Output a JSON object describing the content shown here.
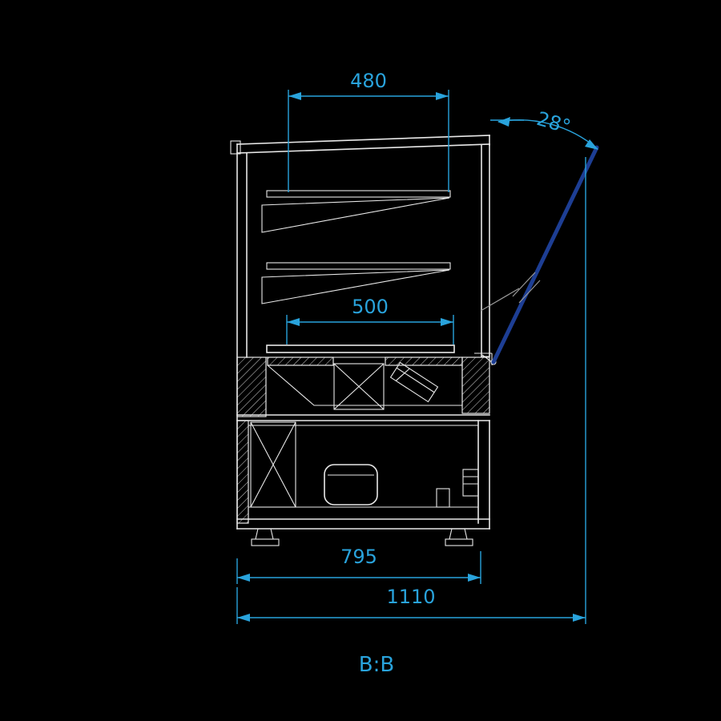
{
  "colors": {
    "background": "#000000",
    "line": "#e8e8e8",
    "line_soft": "#9a9a9a",
    "dimension": "#29a3dc",
    "door": "#1d3e94"
  },
  "dims": {
    "top_width": "480",
    "door_angle": "28°",
    "deck_width": "500",
    "base_width": "795",
    "overall_width": "1110"
  },
  "view": {
    "label": "B:B"
  }
}
